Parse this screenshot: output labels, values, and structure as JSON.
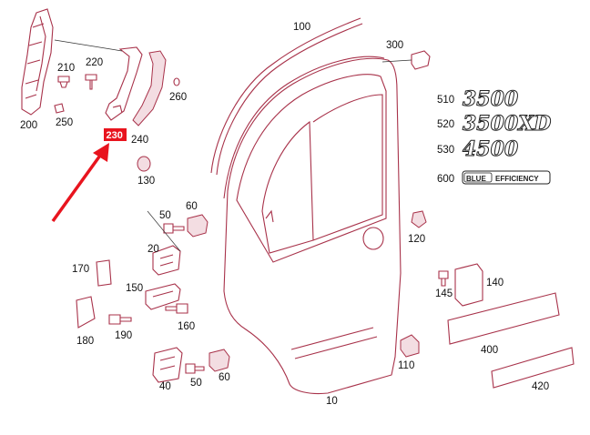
{
  "labels": {
    "p10": "10",
    "p20": "20",
    "p40": "40",
    "p50a": "50",
    "p50b": "50",
    "p60a": "60",
    "p60b": "60",
    "p100": "100",
    "p110": "110",
    "p120": "120",
    "p130": "130",
    "p140": "140",
    "p145": "145",
    "p150": "150",
    "p160": "160",
    "p170": "170",
    "p180": "180",
    "p190": "190",
    "p200": "200",
    "p210": "210",
    "p220": "220",
    "p230": "230",
    "p240": "240",
    "p250": "250",
    "p260": "260",
    "p300": "300",
    "p400": "400",
    "p420": "420",
    "p510": "510",
    "p520": "520",
    "p530": "530",
    "p600": "600"
  },
  "badges": {
    "b3500": "3500",
    "b3500xd": "3500XD",
    "b4500": "4500",
    "blue": "BLUE",
    "efficiency": "EFFICIENCY"
  },
  "highlight": {
    "part": "230",
    "color": "#e8141e",
    "arrow_color": "#e8141e"
  },
  "colors": {
    "part_outline": "#a8324a",
    "label": "#111111"
  }
}
